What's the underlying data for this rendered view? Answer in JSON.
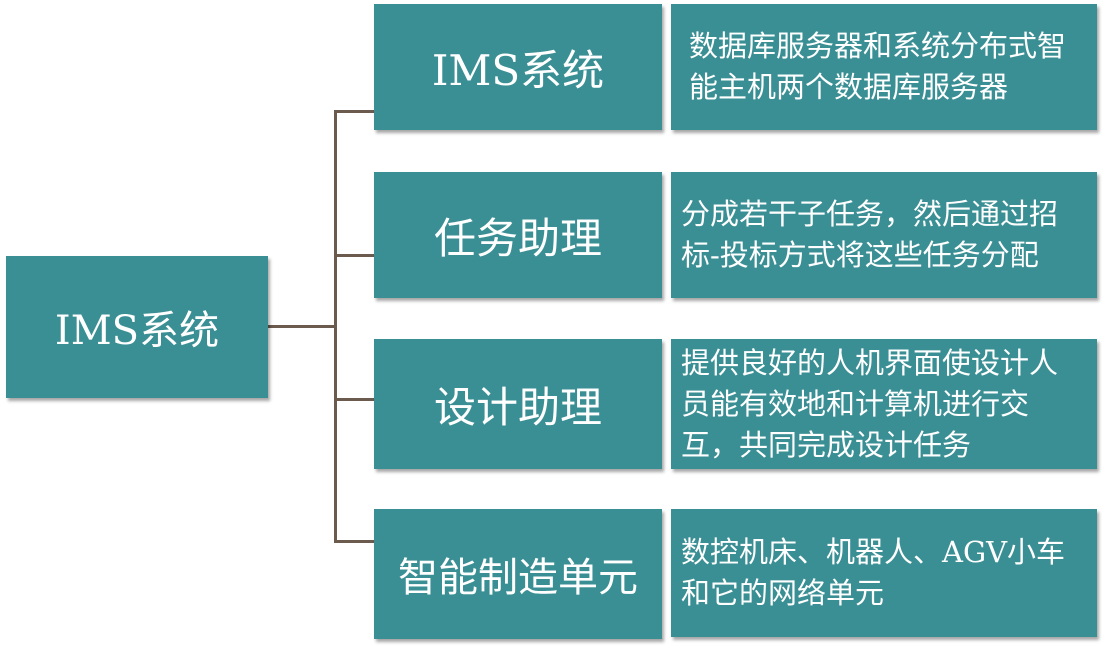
{
  "root": {
    "label": "IMS系统"
  },
  "branches": [
    {
      "label": "IMS系统",
      "description": "数据库服务器和系统分布式智能主机两个数据库服务器"
    },
    {
      "label": "任务助理",
      "description": "分成若干子任务，然后通过招标-投标方式将这些任务分配"
    },
    {
      "label": "设计助理",
      "description": "提供良好的人机界面使设计人员能有效地和计算机进行交互，共同完成设计任务"
    },
    {
      "label": "智能制造单元",
      "description": "数控机床、机器人、AGV小车和它的网络单元"
    }
  ],
  "colors": {
    "box_fill": "#3a8f94",
    "box_text": "#ffffff",
    "connector": "#6b5a4e"
  }
}
